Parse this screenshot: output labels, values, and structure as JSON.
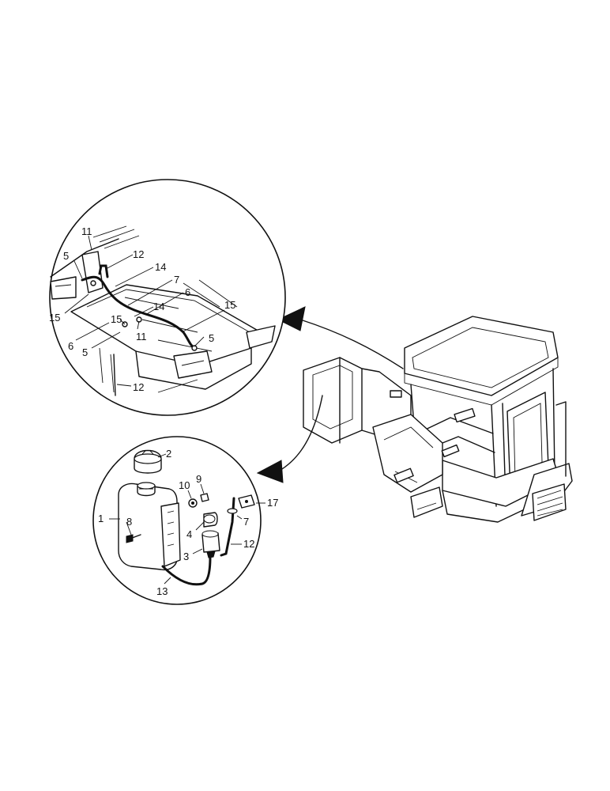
{
  "detail_upper": {
    "labels": [
      "11",
      "5",
      "12",
      "14",
      "7",
      "6",
      "14",
      "15",
      "15",
      "15",
      "11",
      "6",
      "5",
      "5",
      "12"
    ]
  },
  "detail_lower": {
    "labels": [
      "2",
      "10",
      "9",
      "1",
      "8",
      "17",
      "7",
      "4",
      "12",
      "3",
      "13"
    ]
  }
}
